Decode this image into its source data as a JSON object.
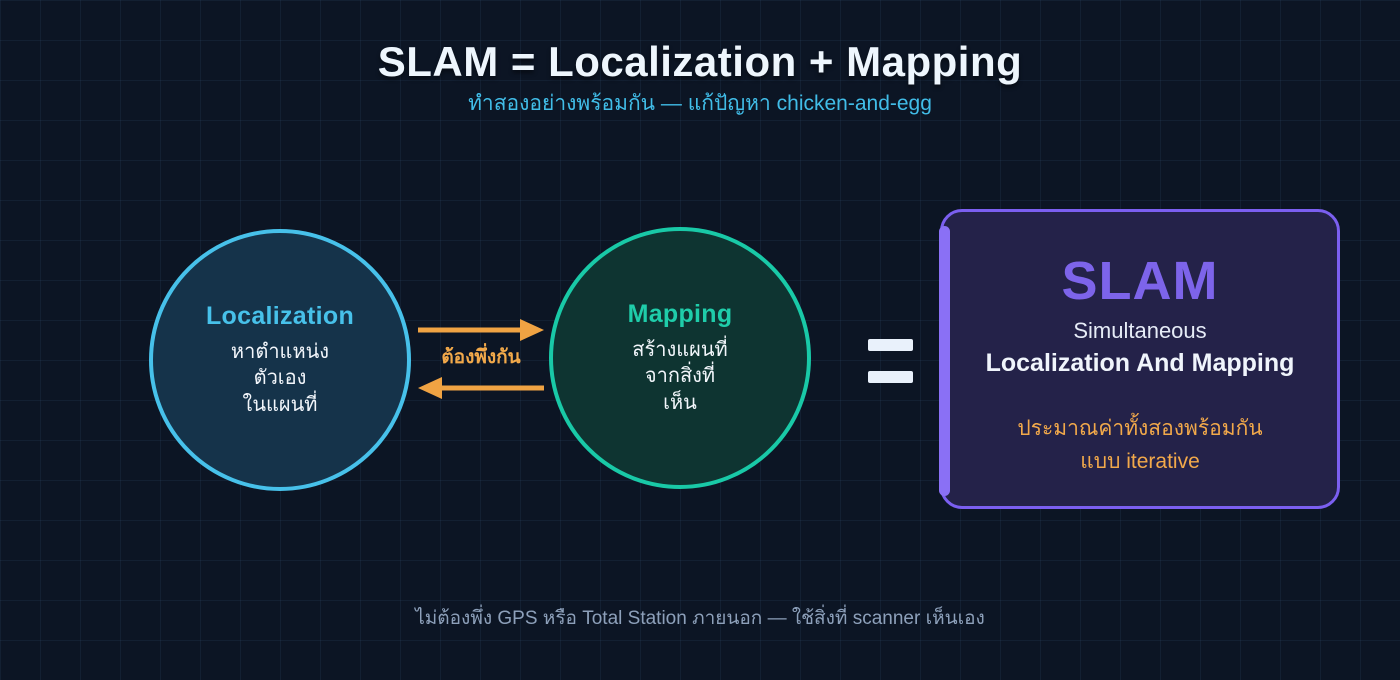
{
  "colors": {
    "background": "#0c1524",
    "grid_line": "#1a2c42",
    "accent_cyan": "#47c1ea",
    "accent_teal": "#19c9a7",
    "accent_purple": "#7d64ea",
    "accent_orange": "#f2a94a",
    "text_light": "#eef6fd",
    "text_muted": "#8da0ba"
  },
  "header": {
    "title": "SLAM = Localization + Mapping",
    "subtitle": "ทำสองอย่างพร้อมกัน — แก้ปัญหา chicken-and-egg"
  },
  "diagram": {
    "localization_circle": {
      "title": "Localization",
      "lines": [
        "หาตำแหน่ง",
        "ตัวเอง",
        "ในแผนที่"
      ]
    },
    "mapping_circle": {
      "title": "Mapping",
      "lines": [
        "สร้างแผนที่",
        "จากสิ่งที่",
        "เห็น"
      ]
    },
    "dependency_label": "ต้องพึ่งกัน",
    "arrows": [
      "arrow-right",
      "arrow-left"
    ],
    "slam_card": {
      "title": "SLAM",
      "subtitle_line1": "Simultaneous",
      "subtitle_line2": "Localization And Mapping",
      "note_line1": "ประมาณค่าทั้งสองพร้อมกัน",
      "note_line2": "แบบ iterative"
    }
  },
  "footer": {
    "note": "ไม่ต้องพึ่ง GPS หรือ Total Station ภายนอก — ใช้สิ่งที่ scanner เห็นเอง"
  }
}
